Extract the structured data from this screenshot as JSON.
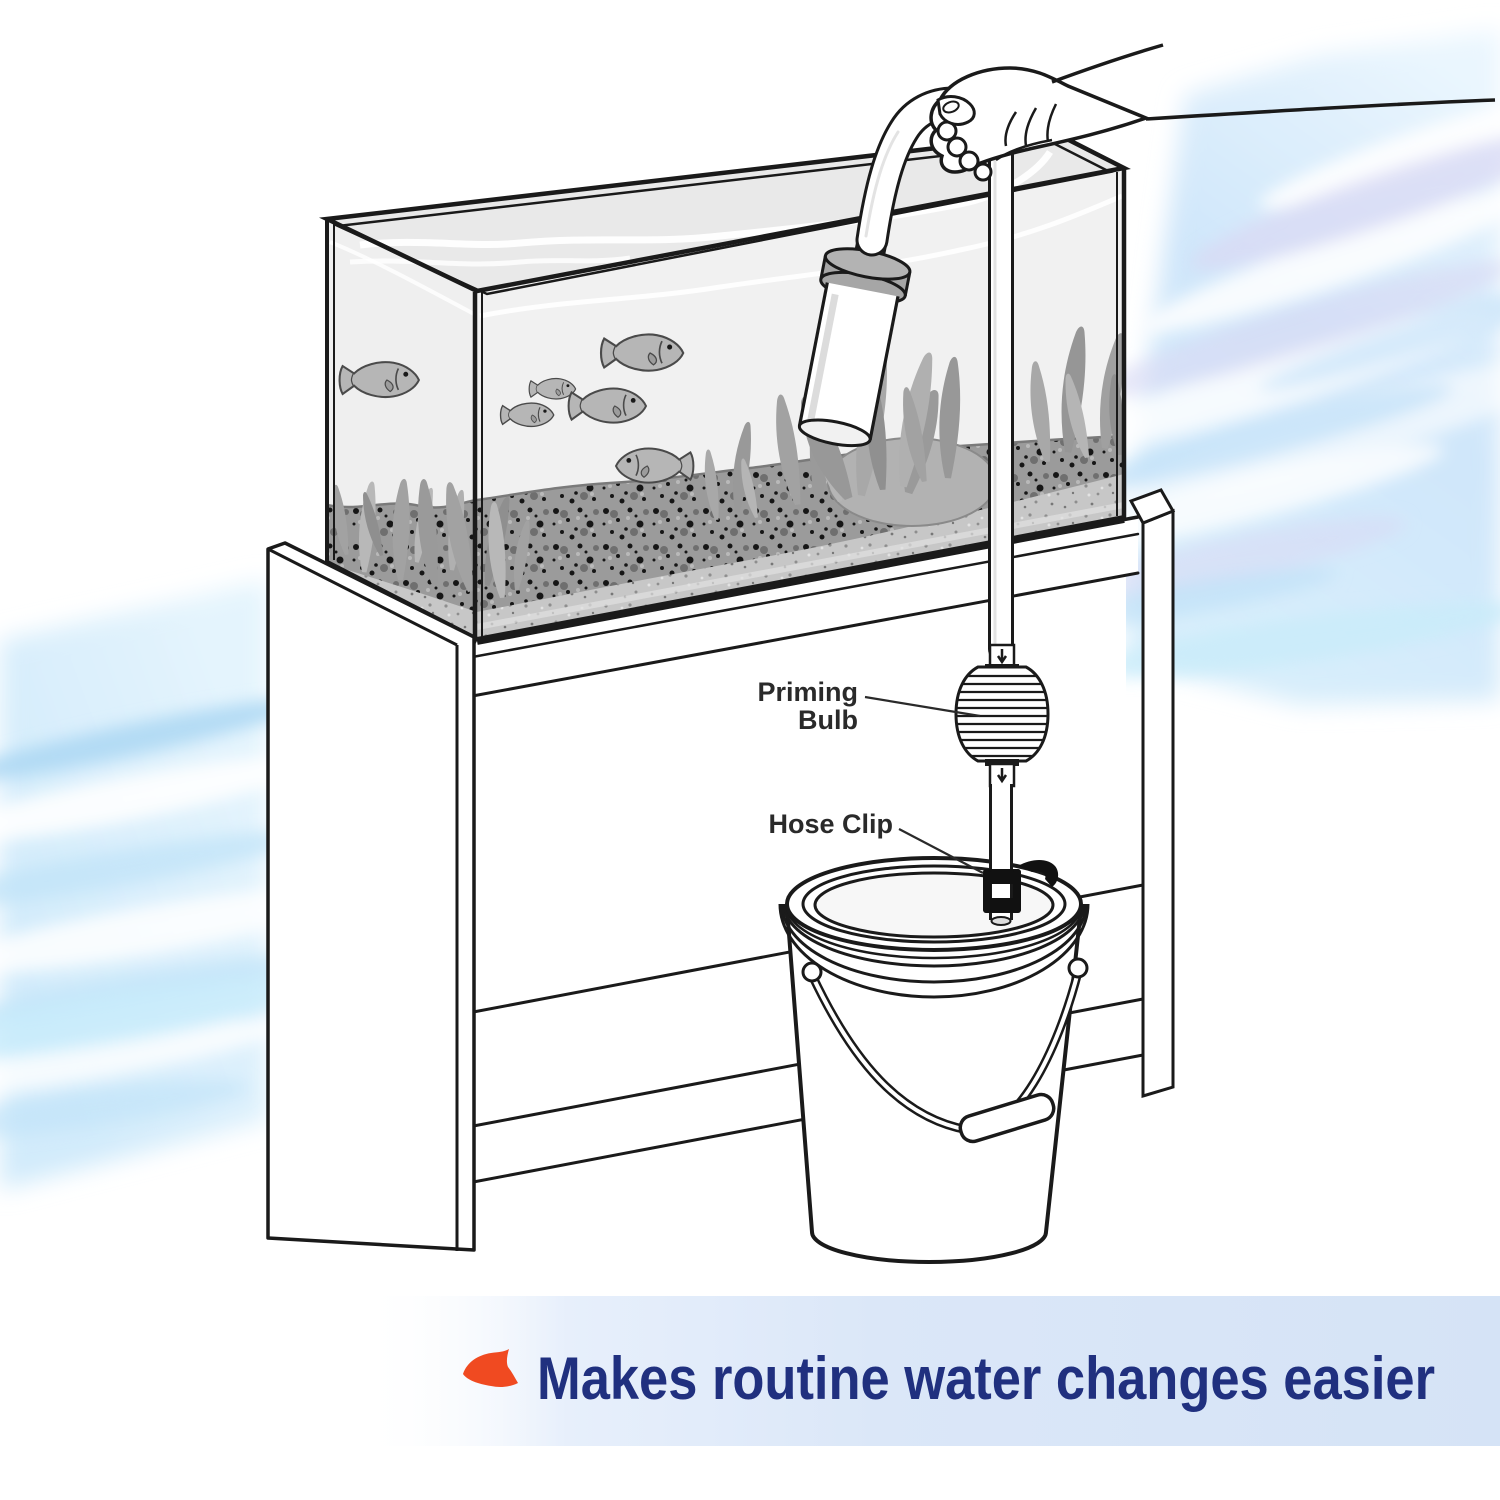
{
  "page": {
    "type": "product-illustration",
    "background": "#ffffff"
  },
  "callouts": {
    "priming_bulb": {
      "label": "Priming Bulb",
      "line1": "Priming",
      "line2": "Bulb"
    },
    "hose_clip": {
      "label": "Hose Clip"
    }
  },
  "tagline": {
    "icon": "fish-icon",
    "text": "Makes routine water changes easier"
  },
  "colors": {
    "tagline_text": "#20307f",
    "tagline_band": "#dbe7f8",
    "fish_icon": "#f04a21",
    "callout_text": "#2a2a2a",
    "line_art": "#1a1a1a",
    "water_swirl": "#cfe6fa"
  },
  "scene": {
    "objects": [
      "aquarium-tank",
      "fish",
      "gravel",
      "plants",
      "gravel-vacuum",
      "siphon-tube",
      "priming-bulb",
      "hose",
      "hose-clip",
      "bucket",
      "aquarium-stand",
      "hand-holding-siphon",
      "water-swirl-background"
    ]
  }
}
